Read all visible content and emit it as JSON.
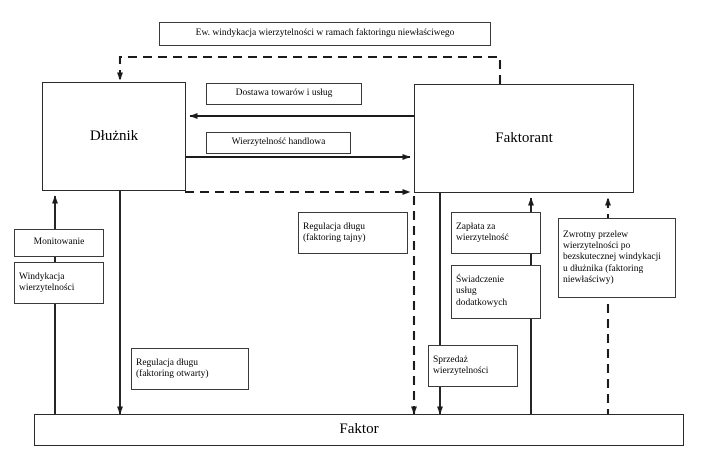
{
  "diagram": {
    "title_note": "Ew. windykacja wierzytelności w ramach faktoringu niewłaściwego",
    "actors": [
      {
        "id": "dluznik",
        "label": "Dłużnik"
      },
      {
        "id": "faktorant",
        "label": "Faktorant"
      },
      {
        "id": "faktor",
        "label": "Faktor"
      }
    ],
    "labels": {
      "top_note": "Ew. windykacja wierzytelności w ramach faktoringu niewłaściwego",
      "dostawa": "Dostawa towarów i usług",
      "wierzytelnosc_handlowa": "Wierzytelność handlowa",
      "monitowanie": "Monitowanie",
      "windykacja_wierzytelnosci": "Windykacja\nwierzytelności",
      "windykacja_wierzytelnosci_l1": "Windykacja",
      "windykacja_wierzytelnosci_l2": "wierzytelności",
      "regulacja_otwarty_l1": "Regulacja długu",
      "regulacja_otwarty_l2": "(faktoring otwarty)",
      "regulacja_tajny_l1": "Regulacja długu",
      "regulacja_tajny_l2": "(faktoring tajny)",
      "zaplata_l1": "Zapłata za",
      "zaplata_l2": "wierzytelność",
      "swiadczenie_l1": "Świadczenie",
      "swiadczenie_l2": "usług",
      "swiadczenie_l3": "dodatkowych",
      "sprzedaz_l1": "Sprzedaż",
      "sprzedaz_l2": "wierzytelności",
      "zwrotny_l1": "Zwrotny przelew",
      "zwrotny_l2": "wierzytelności po",
      "zwrotny_l3": "bezskutecznej windykacji",
      "zwrotny_l4": "u dłużnika (faktoring",
      "zwrotny_l5": "niewłaściwy)"
    },
    "colors": {
      "line": "#1b1b1b",
      "box_border": "#3a3a3a",
      "background": "#ffffff"
    },
    "flows": [
      {
        "from": "faktorant",
        "to": "dluznik",
        "label": "Dostawa towarów i usług",
        "style": "solid"
      },
      {
        "from": "dluznik",
        "to": "faktorant",
        "label": "Wierzytelność handlowa",
        "style": "solid"
      },
      {
        "from": "faktorant",
        "to": "dluznik",
        "label": "Ew. windykacja wierzytelności w ramach faktoringu niewłaściwego",
        "style": "dashed"
      },
      {
        "from": "dluznik",
        "to": "faktorant",
        "label": "Regulacja długu (faktoring tajny)",
        "style": "dashed"
      },
      {
        "from": "faktor",
        "to": "dluznik",
        "label": "Monitowanie / Windykacja wierzytelności",
        "style": "solid"
      },
      {
        "from": "dluznik",
        "to": "faktor",
        "label": "Regulacja długu (faktoring otwarty)",
        "style": "solid"
      },
      {
        "from": "faktorant",
        "to": "faktor",
        "label": "Sprzedaż wierzytelności",
        "style": "solid"
      },
      {
        "from": "faktor",
        "to": "faktorant",
        "label": "Zapłata za wierzytelność / Świadczenie usług dodatkowych",
        "style": "solid"
      },
      {
        "from": "faktor",
        "to": "faktorant",
        "label": "Zwrotny przelew wierzytelności po bezskutecznej windykacji u dłużnika (faktoring niewłaściwy)",
        "style": "dashed"
      }
    ]
  }
}
